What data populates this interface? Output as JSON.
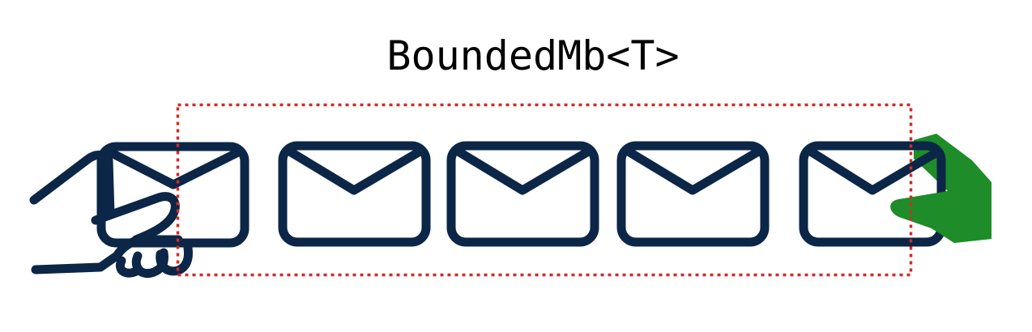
{
  "title": "BoundedMb<T>",
  "colors": {
    "envelope": "#0c2647",
    "hand_left": "#0c2647",
    "hand_right": "#1e8c28",
    "boundary": "#d42a24",
    "background": "#ffffff"
  },
  "icons": {
    "sender": "sending-hand-icon",
    "receiver": "receiving-hand-icon",
    "message": "envelope-icon"
  },
  "mailbox": {
    "message_count": 5,
    "boundary_style": "dotted"
  }
}
